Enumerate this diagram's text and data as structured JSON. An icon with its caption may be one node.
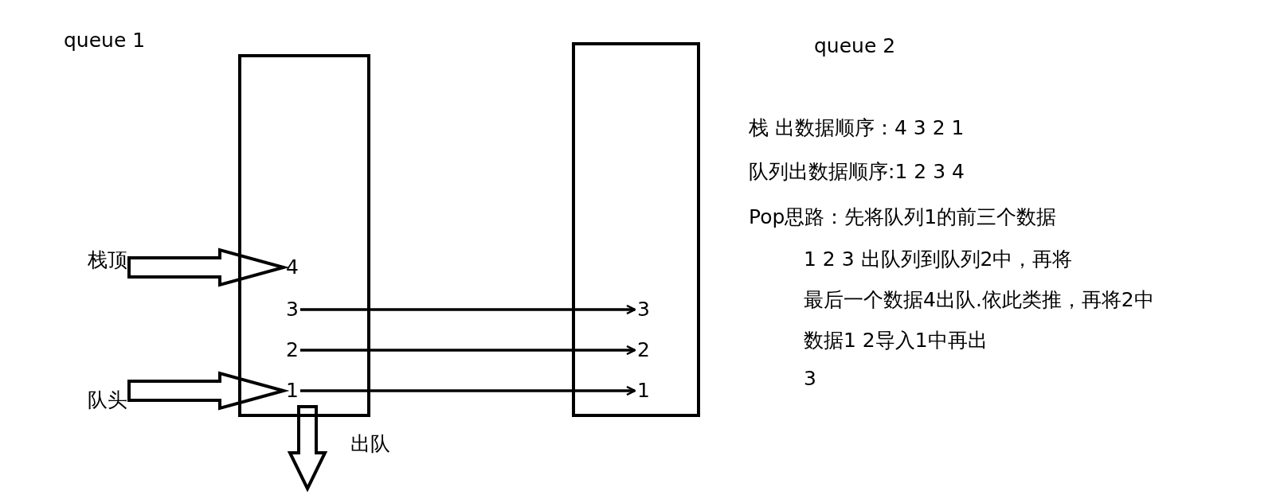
{
  "diagram": {
    "nodes": [
      {
        "text": [],
        "shape": "box"
      },
      {
        "text": [],
        "shape": "box"
      },
      {
        "text": [
          "4"
        ],
        "in": 0
      },
      {
        "text": [
          "3"
        ],
        "in": 0
      },
      {
        "text": [
          "2"
        ],
        "in": 0
      },
      {
        "text": [
          "1"
        ],
        "in": 0
      },
      {
        "text": [
          "3"
        ],
        "in": 1
      },
      {
        "text": [
          "2"
        ],
        "in": 1
      },
      {
        "text": [
          "1"
        ],
        "in": 1
      },
      {
        "text": [
          "栈顶"
        ]
      },
      {
        "text": [
          "队头"
        ]
      }
    ],
    "edges": [
      {
        "from": 9,
        "to": 2,
        "arrow": "to",
        "style": "thick"
      },
      {
        "from": 10,
        "to": 5,
        "arrow": "to",
        "style": "thick"
      },
      {
        "from": 3,
        "to": 6,
        "arrow": "to"
      },
      {
        "from": 4,
        "to": 7,
        "arrow": "to"
      },
      {
        "from": 5,
        "to": 8,
        "arrow": "to"
      },
      {
        "from": 0,
        "to": null,
        "arrow": "to",
        "style": "thick",
        "label": "出队"
      }
    ],
    "labels": [
      "queue 1",
      "queue 2",
      "栈 出数据顺序：4 3 2 1",
      "队列出数据顺序:1 2 3 4",
      "Pop思路：先将队列1的前三个数据",
      "1 2 3 出队列到队列2中，再将",
      "最后一个数据4出队.依此类推，再将2中",
      "数据1 2导入1中再出",
      "3"
    ]
  }
}
